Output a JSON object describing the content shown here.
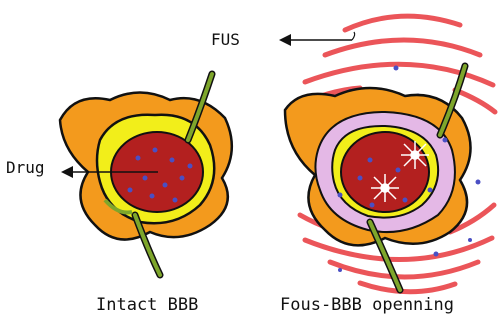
{
  "labels": {
    "fus": "FUS",
    "drug": "Drug"
  },
  "captions": {
    "left": "Intact BBB",
    "right": "Fous-BBB openning"
  },
  "colors": {
    "vessel_orange": "#f39a1d",
    "endothelium_yellow": "#f2ee1a",
    "lumen_red": "#b3201f",
    "drug_particles": "#4a4fc4",
    "astrocyte_green": "#7ea62b",
    "opened_pink": "#e4b8e6",
    "ultrasound_waves": "#e8383d"
  }
}
